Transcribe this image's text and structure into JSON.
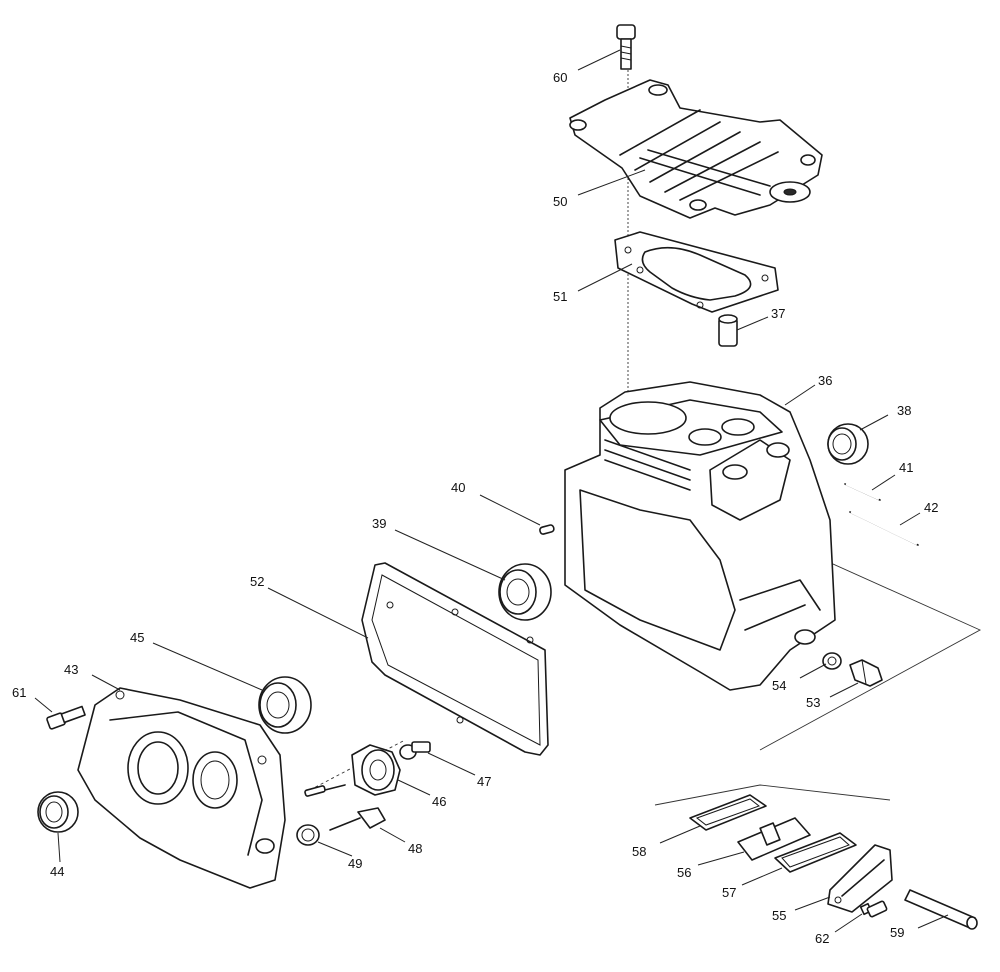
{
  "callouts": {
    "c60": "60",
    "c50": "50",
    "c51": "51",
    "c37": "37",
    "c36": "36",
    "c38": "38",
    "c41": "41",
    "c42": "42",
    "c40": "40",
    "c39": "39",
    "c52": "52",
    "c45": "45",
    "c43": "43",
    "c61": "61",
    "c54": "54",
    "c53": "53",
    "c47": "47",
    "c46": "46",
    "c48": "48",
    "c49": "49",
    "c44": "44",
    "c58": "58",
    "c56": "56",
    "c57": "57",
    "c55": "55",
    "c62": "62",
    "c59": "59"
  }
}
